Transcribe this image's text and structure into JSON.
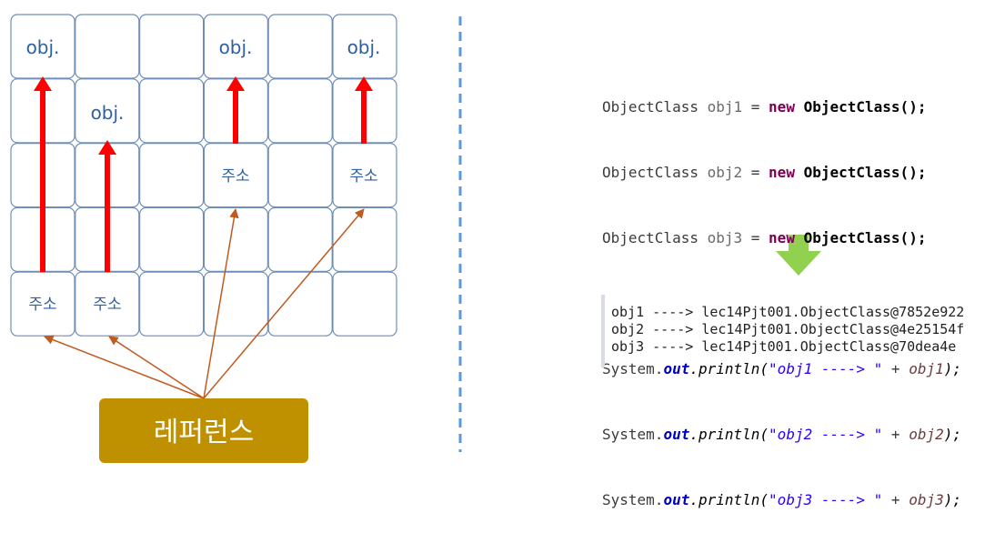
{
  "grid": {
    "obj_label": "obj.",
    "addr_label": "주소"
  },
  "reference": {
    "label": "레퍼런스"
  },
  "code": {
    "declarations": [
      {
        "type": "ObjectClass",
        "var": "obj1",
        "eq": " = ",
        "kw": "new",
        "ctor": "ObjectClass();"
      },
      {
        "type": "ObjectClass",
        "var": "obj2",
        "eq": " = ",
        "kw": "new",
        "ctor": "ObjectClass();"
      },
      {
        "type": "ObjectClass",
        "var": "obj3",
        "eq": " = ",
        "kw": "new",
        "ctor": "ObjectClass();"
      }
    ],
    "prints": [
      {
        "sys": "System.",
        "field": "out",
        "method": ".println(",
        "str": "\"obj1 ----> \"",
        "plus": " + ",
        "var": "obj1",
        "end": ");"
      },
      {
        "sys": "System.",
        "field": "out",
        "method": ".println(",
        "str": "\"obj2 ----> \"",
        "plus": " + ",
        "var": "obj2",
        "end": ");"
      },
      {
        "sys": "System.",
        "field": "out",
        "method": ".println(",
        "str": "\"obj3 ----> \"",
        "plus": " + ",
        "var": "obj3",
        "end": ");"
      }
    ]
  },
  "output": {
    "lines": [
      "obj1 ----> lec14Pjt001.ObjectClass@7852e922",
      "obj2 ----> lec14Pjt001.ObjectClass@4e25154f",
      "obj3 ----> lec14Pjt001.ObjectClass@70dea4e"
    ]
  },
  "colors": {
    "cell_border": "#6f8fb8",
    "red_arrow": "#ff0000",
    "brown_arrow": "#c05a1f",
    "reference_box": "#bf9000",
    "divider": "#5b9bd5",
    "down_arrow": "#92d050"
  }
}
